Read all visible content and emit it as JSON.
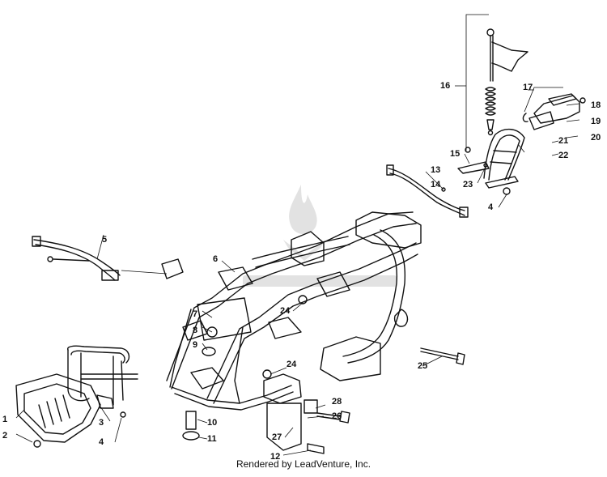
{
  "diagram": {
    "callouts": [
      "1",
      "2",
      "3",
      "4",
      "4",
      "5",
      "6",
      "7",
      "8",
      "9",
      "10",
      "11",
      "12",
      "13",
      "14",
      "15",
      "16",
      "17",
      "18",
      "19",
      "20",
      "21",
      "22",
      "23",
      "24",
      "24",
      "25",
      "26",
      "27",
      "28"
    ],
    "footer": "Rendered by LeadVenture, Inc.",
    "watermark": "leadventure-logo"
  }
}
